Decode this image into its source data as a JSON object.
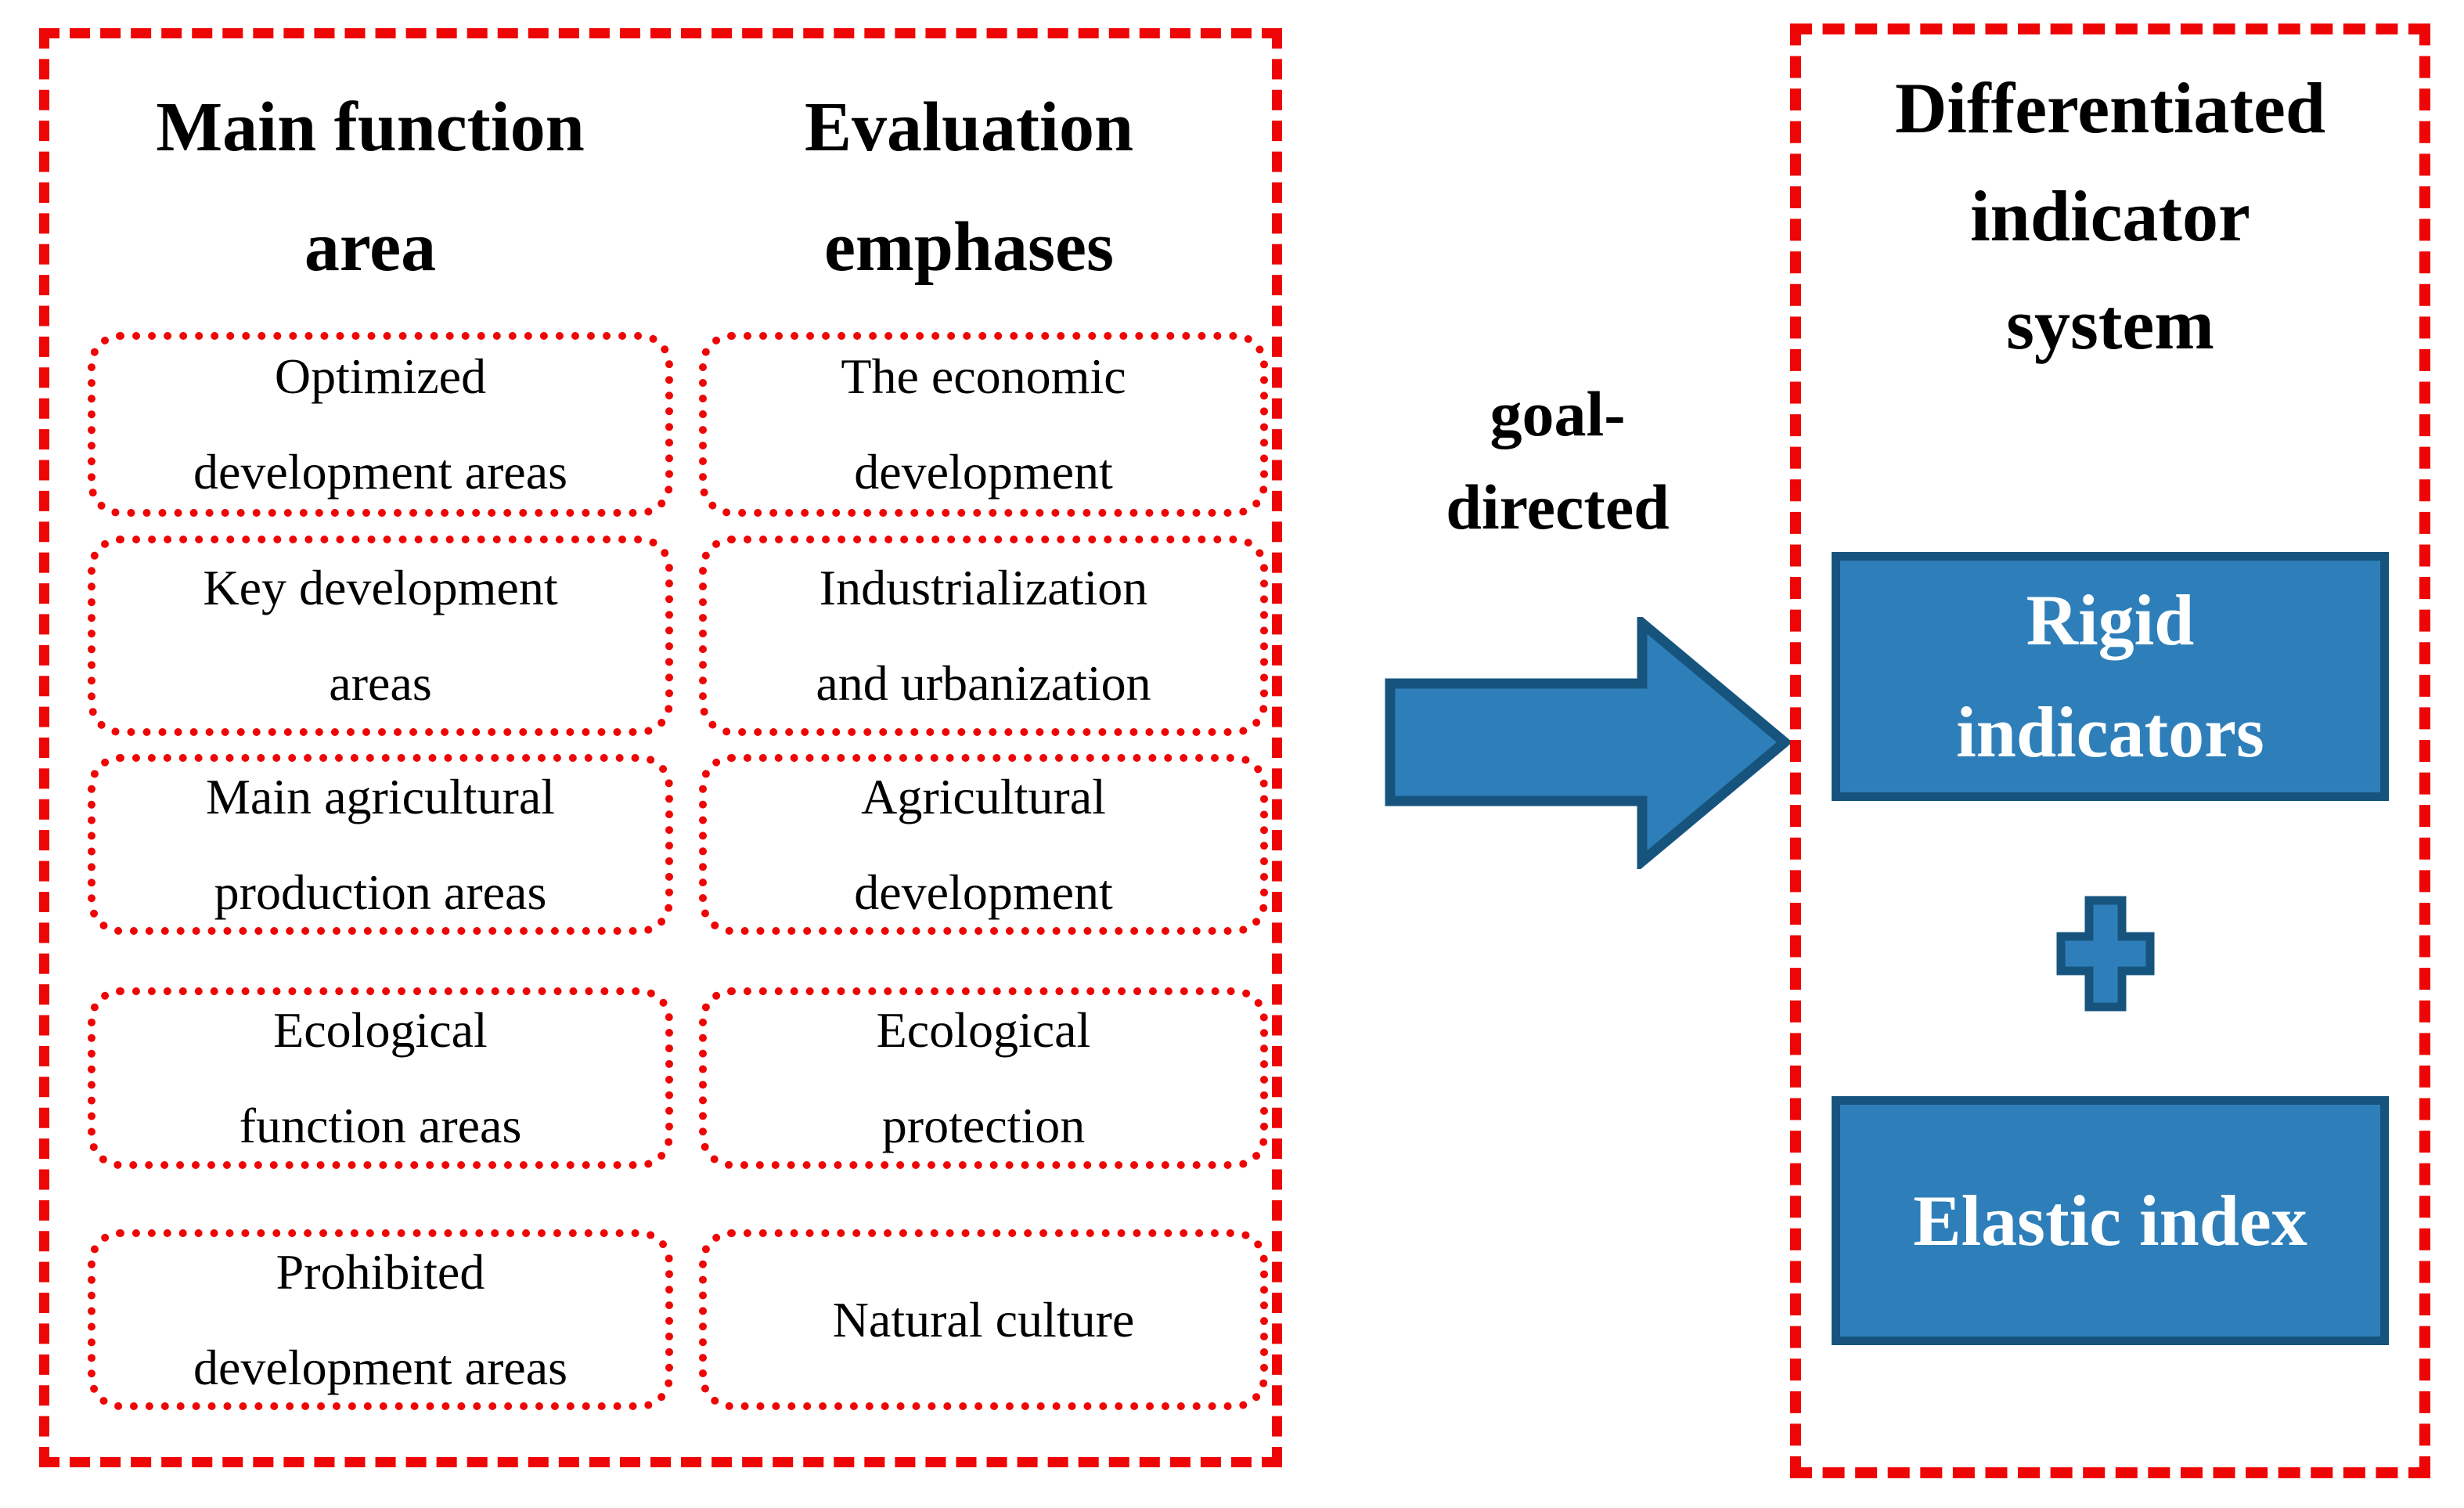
{
  "colors": {
    "dash_red": "#ee0505",
    "blue_fill": "#2e7fb9",
    "blue_border": "#16547e",
    "text_black": "#000000",
    "box_text_white": "#ffffff"
  },
  "left_panel": {
    "column1": {
      "header": "Main function area",
      "header_lines": [
        "Main function",
        "area"
      ],
      "items": [
        {
          "text": "Optimized development areas",
          "lines": [
            "Optimized",
            "development areas"
          ]
        },
        {
          "text": "Key development areas",
          "lines": [
            "Key development",
            "areas"
          ]
        },
        {
          "text": "Main agricultural production areas",
          "lines": [
            "Main agricultural",
            "production areas"
          ]
        },
        {
          "text": "Ecological function areas",
          "lines": [
            "Ecological",
            "function areas"
          ]
        },
        {
          "text": "Prohibited development areas",
          "lines": [
            "Prohibited",
            "development areas"
          ]
        }
      ]
    },
    "column2": {
      "header": "Evaluation emphases",
      "header_lines": [
        "Evaluation",
        "emphases"
      ],
      "items": [
        {
          "text": "The economic development",
          "lines": [
            "The economic",
            "development"
          ]
        },
        {
          "text": "Industrialization and urbanization",
          "lines": [
            "Industrialization",
            "and urbanization"
          ]
        },
        {
          "text": "Agricultural development",
          "lines": [
            "Agricultural",
            "development"
          ]
        },
        {
          "text": "Ecological protection",
          "lines": [
            "Ecological",
            "protection"
          ]
        },
        {
          "text": "Natural culture",
          "lines": [
            "Natural culture"
          ]
        }
      ]
    }
  },
  "connector": {
    "label": "goal-directed",
    "label_lines": [
      "goal-",
      "directed"
    ],
    "arrow_icon": "right-arrow-icon"
  },
  "right_panel": {
    "title": "Differentiated indicator system",
    "title_lines": [
      "Differentiated",
      "indicator",
      "system"
    ],
    "rigid_box": {
      "text": "Rigid indicators",
      "lines": [
        "Rigid",
        "indicators"
      ]
    },
    "plus_icon": "plus-icon",
    "elastic_box": {
      "text": "Elastic index"
    }
  }
}
